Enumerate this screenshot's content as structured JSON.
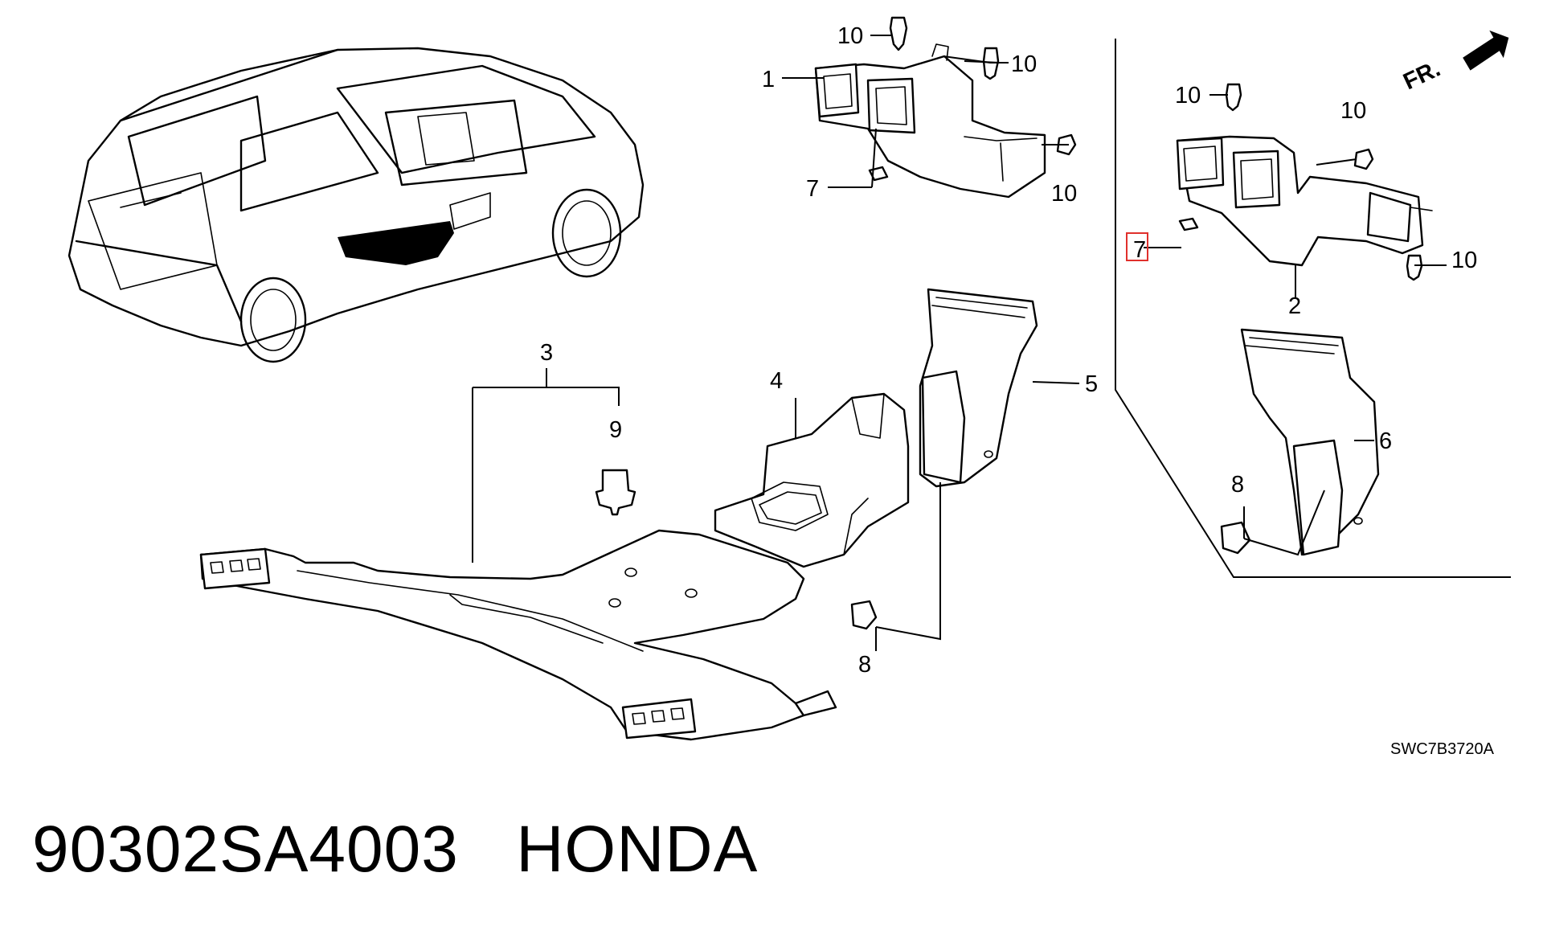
{
  "diagram": {
    "callouts": {
      "c1": "1",
      "c2": "2",
      "c3": "3",
      "c4": "4",
      "c5": "5",
      "c6": "6",
      "c7a": "7",
      "c7b": "7",
      "c8a": "8",
      "c8b": "8",
      "c9": "9",
      "c10a": "10",
      "c10b": "10",
      "c10c": "10",
      "c10d": "10",
      "c10e": "10",
      "c10f": "10"
    },
    "highlighted_callout": "c7b",
    "highlight_color": "#e0302c",
    "direction_label": "FR.",
    "illustration_code": "SWC7B3720A"
  },
  "footer": {
    "part_number": "90302SA4003",
    "brand": "HONDA"
  }
}
